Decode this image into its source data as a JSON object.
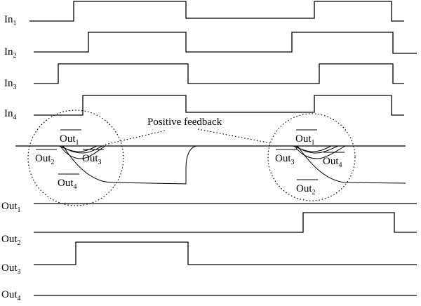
{
  "signals": [
    {
      "name": "In",
      "sub": "1"
    },
    {
      "name": "In",
      "sub": "2"
    },
    {
      "name": "In",
      "sub": "3"
    },
    {
      "name": "In",
      "sub": "4"
    },
    {
      "name": "Out",
      "sub": "1"
    },
    {
      "name": "Out",
      "sub": "2"
    },
    {
      "name": "Out",
      "sub": "3"
    },
    {
      "name": "Out",
      "sub": "4"
    }
  ],
  "annotation": "Positive feedback",
  "left_cluster": [
    {
      "name": "Out",
      "sub": "1"
    },
    {
      "name": "Out",
      "sub": "2"
    },
    {
      "name": "Out",
      "sub": "3"
    },
    {
      "name": "Out",
      "sub": "4"
    }
  ],
  "right_cluster": [
    {
      "name": "Out",
      "sub": "1"
    },
    {
      "name": "Out",
      "sub": "3"
    },
    {
      "name": "Out",
      "sub": "4"
    },
    {
      "name": "Out",
      "sub": "2"
    }
  ]
}
